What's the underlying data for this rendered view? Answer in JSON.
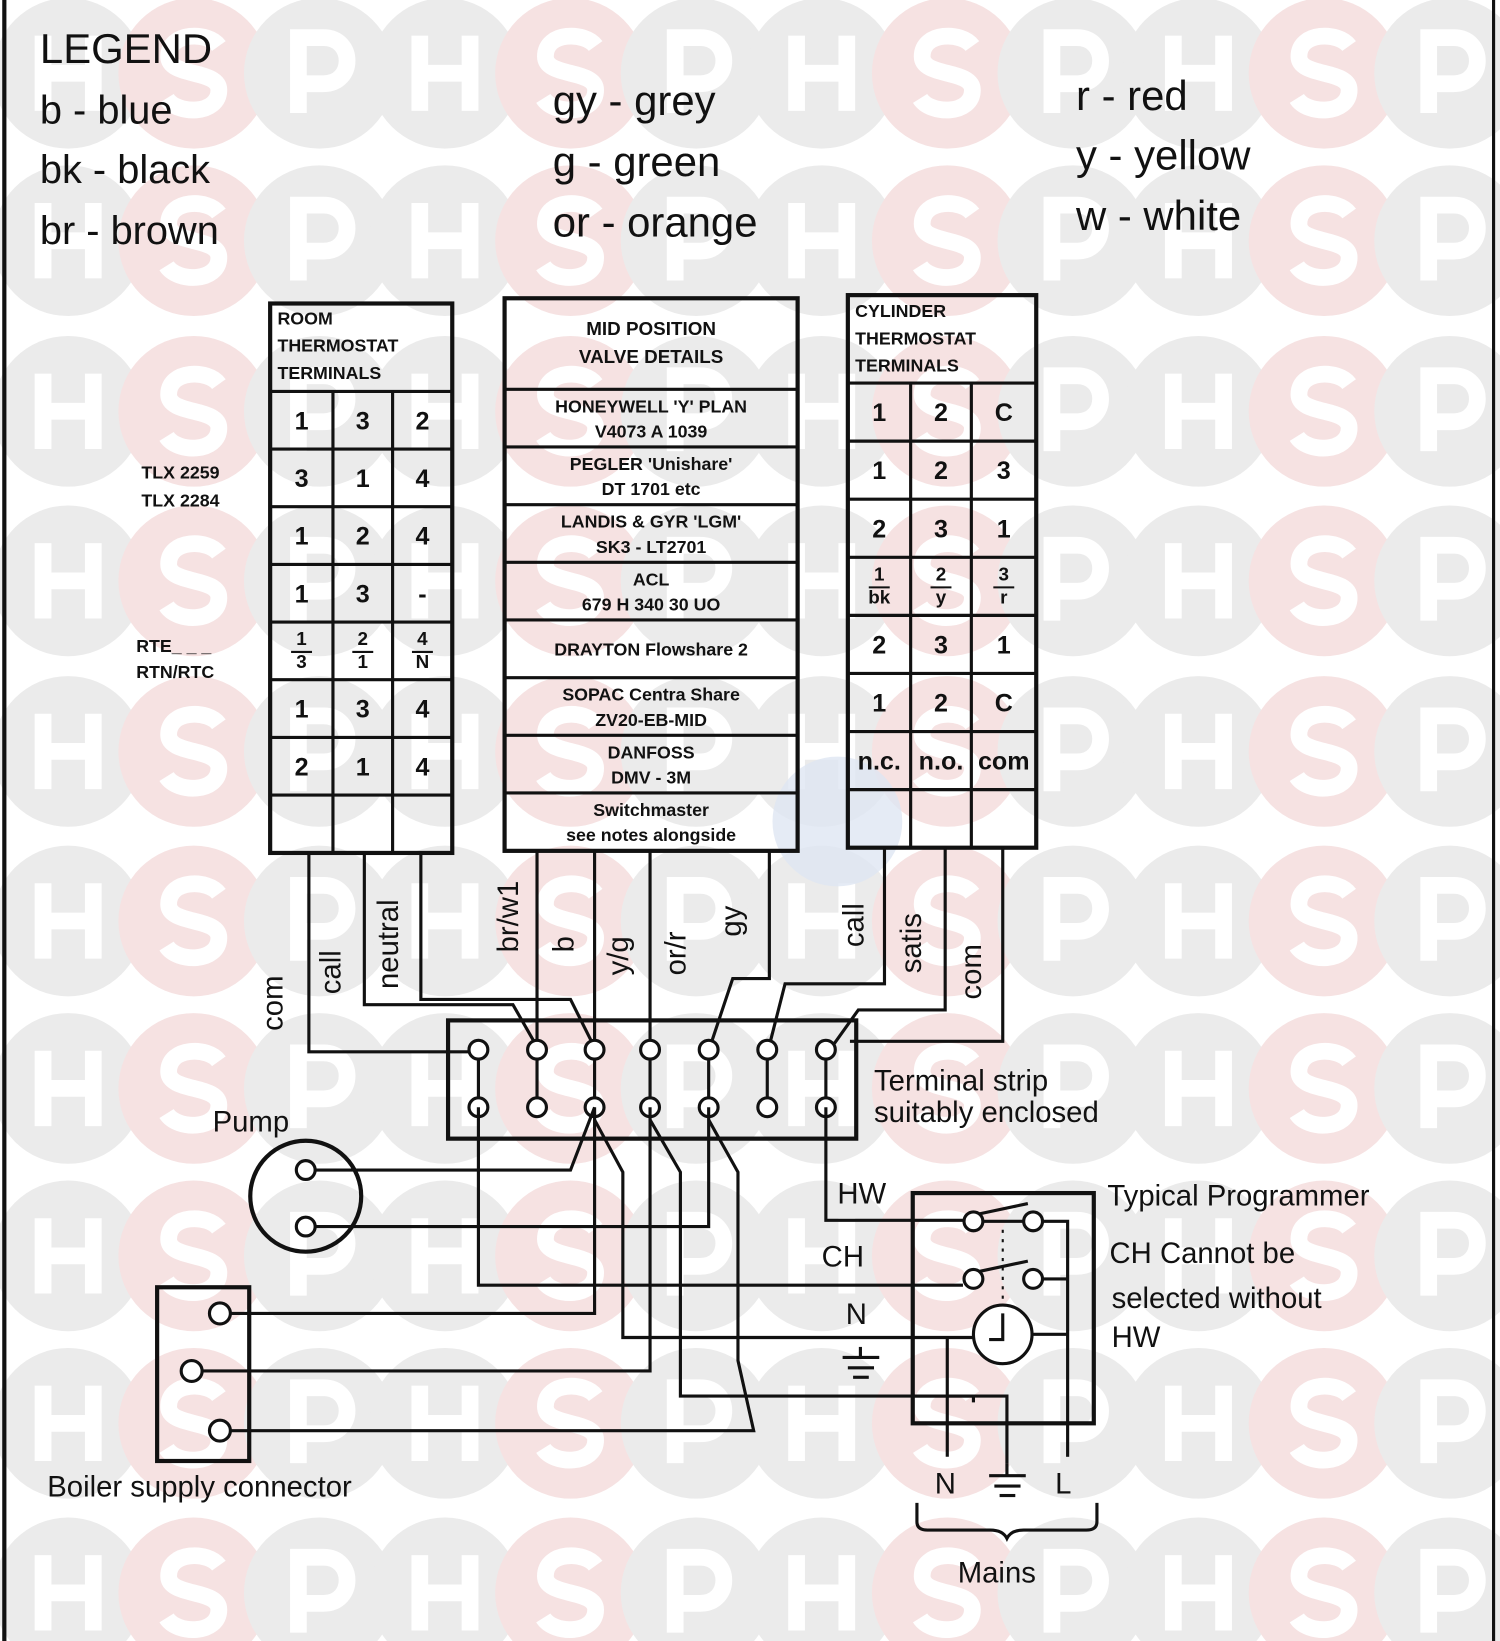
{
  "legend": {
    "title": "LEGEND",
    "col1": [
      "b - blue",
      "bk - black",
      "br - brown"
    ],
    "col2": [
      "gy - grey",
      "g - green",
      "or - orange"
    ],
    "col3": [
      "r - red",
      "y - yellow",
      "w - white"
    ]
  },
  "room_thermostat": {
    "header": [
      "ROOM",
      "THERMOSTAT",
      "TERMINALS"
    ],
    "rows": [
      [
        [
          "1"
        ],
        [
          "3"
        ],
        [
          "2"
        ]
      ],
      [
        [
          "3"
        ],
        [
          "1"
        ],
        [
          "4"
        ]
      ],
      [
        [
          "1"
        ],
        [
          "2"
        ],
        [
          "4"
        ]
      ],
      [
        [
          "1"
        ],
        [
          "3"
        ],
        [
          "-"
        ]
      ],
      [
        [
          "1",
          "3"
        ],
        [
          "2",
          "1"
        ],
        [
          "4",
          "N"
        ]
      ],
      [
        [
          "1"
        ],
        [
          "3"
        ],
        [
          "4"
        ]
      ],
      [
        [
          "2"
        ],
        [
          "1"
        ],
        [
          "4"
        ]
      ],
      [
        [
          ""
        ],
        [
          ""
        ],
        [
          ""
        ]
      ]
    ],
    "side_labels": {
      "tlx1": "TLX 2259",
      "tlx2": "TLX 2284",
      "rte": "RTE_ _ _",
      "rtn": "RTN/RTC"
    }
  },
  "valve": {
    "header": [
      "MID POSITION",
      "VALVE DETAILS"
    ],
    "rows": [
      [
        "HONEYWELL 'Y' PLAN",
        "V4073 A 1039"
      ],
      [
        "PEGLER 'Unishare'",
        "DT 1701 etc"
      ],
      [
        "LANDIS & GYR 'LGM'",
        "SK3 - LT2701"
      ],
      [
        "ACL",
        "679 H 340 30 UO"
      ],
      [
        "DRAYTON Flowshare 2"
      ],
      [
        "SOPAC Centra Share",
        "ZV20-EB-MID"
      ],
      [
        "DANFOSS",
        "DMV - 3M"
      ],
      [
        "Switchmaster",
        "see notes alongside"
      ]
    ]
  },
  "cylinder_thermostat": {
    "header": [
      "CYLINDER",
      "THERMOSTAT",
      "TERMINALS"
    ],
    "rows": [
      [
        [
          "1"
        ],
        [
          "2"
        ],
        [
          "C"
        ]
      ],
      [
        [
          "1"
        ],
        [
          "2"
        ],
        [
          "3"
        ]
      ],
      [
        [
          "2"
        ],
        [
          "3"
        ],
        [
          "1"
        ]
      ],
      [
        [
          "1",
          "bk"
        ],
        [
          "2",
          "y"
        ],
        [
          "3",
          "r"
        ]
      ],
      [
        [
          "2"
        ],
        [
          "3"
        ],
        [
          "1"
        ]
      ],
      [
        [
          "1"
        ],
        [
          "2"
        ],
        [
          "C"
        ]
      ],
      [
        [
          "n.c."
        ],
        [
          "n.o."
        ],
        [
          "com"
        ]
      ],
      [
        [
          ""
        ],
        [
          ""
        ],
        [
          ""
        ]
      ]
    ]
  },
  "wire_labels": [
    "com",
    "call",
    "neutral",
    "br/w1",
    "b",
    "y/g",
    "or/r",
    "gy",
    "call",
    "satis",
    "com"
  ],
  "terminal_strip": [
    "Terminal strip",
    "suitably enclosed"
  ],
  "pump_label": "Pump",
  "boiler_label": "Boiler supply connector",
  "programmer": {
    "inputs": [
      "HW",
      "CH",
      "N"
    ],
    "note": [
      "Typical Programmer",
      "CH Cannot be",
      "selected without",
      "HW"
    ],
    "mains_terminals": [
      "N",
      "L"
    ],
    "mains_label": "Mains"
  },
  "watermark": {
    "letters": [
      "H",
      "S",
      "P"
    ],
    "colors": {
      "grey": "#ebebeb",
      "pink": "#f6e2e2",
      "blue": "#dfe6f2"
    }
  }
}
